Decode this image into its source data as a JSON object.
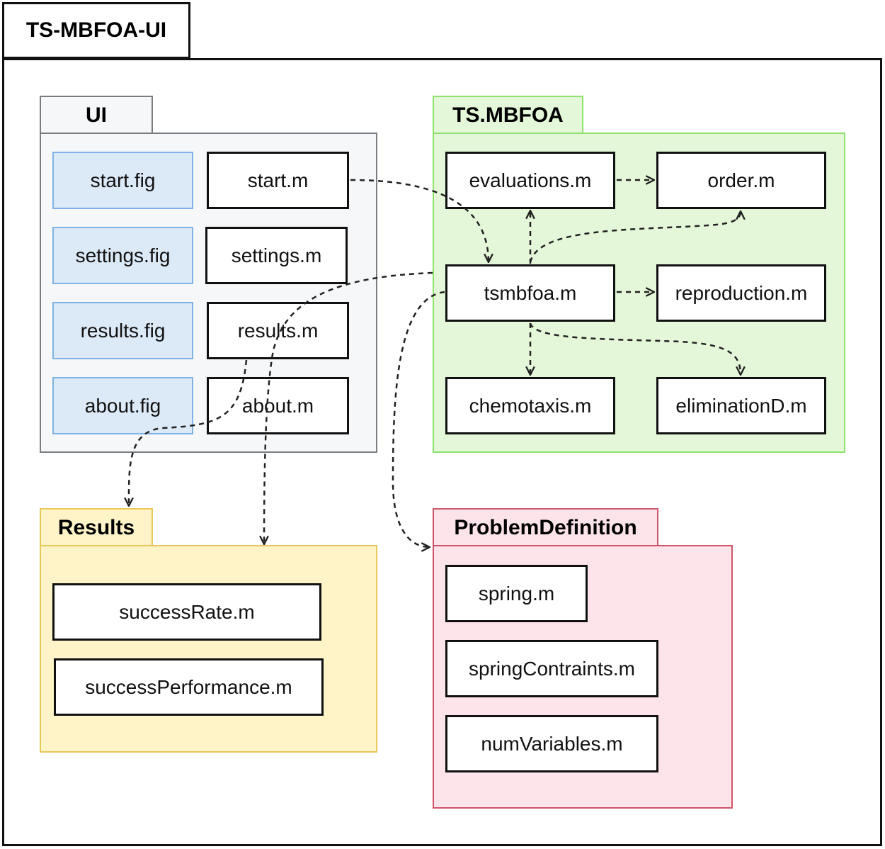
{
  "diagram": {
    "title": "TS-MBFOA-UI",
    "colors": {
      "ui_fill": "#f6f7f8",
      "ui_border": "#7a7e82",
      "fig_fill": "#dce9f7",
      "fig_border": "#7fb3e6",
      "tsmbfoa_fill": "#e4f7d8",
      "tsmbfoa_border": "#8ee36e",
      "results_fill": "#fff3c8",
      "results_border": "#e8c85a",
      "problem_fill": "#fde4ea",
      "problem_border": "#d0566a"
    },
    "packages": {
      "ui": {
        "label": "UI",
        "figs": [
          "start.fig",
          "settings.fig",
          "results.fig",
          "about.fig"
        ],
        "scripts": [
          "start.m",
          "settings.m",
          "results.m",
          "about.m"
        ]
      },
      "tsmbfoa": {
        "label": "TS.MBFOA",
        "nodes": {
          "evaluations": "evaluations.m",
          "order": "order.m",
          "tsmbfoa": "tsmbfoa.m",
          "reproduction": "reproduction.m",
          "chemotaxis": "chemotaxis.m",
          "elimination": "eliminationD.m"
        }
      },
      "results": {
        "label": "Results",
        "nodes": [
          "successRate.m",
          "successPerformance.m"
        ]
      },
      "problem": {
        "label": "ProblemDefinition",
        "nodes": [
          "spring.m",
          "springContraints.m",
          "numVariables.m"
        ]
      }
    },
    "edges": [
      {
        "from": "start.m",
        "to": "tsmbfoa.m"
      },
      {
        "from": "evaluations.m",
        "to": "order.m"
      },
      {
        "from": "tsmbfoa.m",
        "to": "evaluations.m"
      },
      {
        "from": "tsmbfoa.m",
        "to": "order.m"
      },
      {
        "from": "tsmbfoa.m",
        "to": "reproduction.m"
      },
      {
        "from": "tsmbfoa.m",
        "to": "chemotaxis.m"
      },
      {
        "from": "tsmbfoa.m",
        "to": "eliminationD.m"
      },
      {
        "from": "tsmbfoa.m",
        "to": "Results"
      },
      {
        "from": "tsmbfoa.m",
        "to": "ProblemDefinition"
      },
      {
        "from": "results.m",
        "to": "Results"
      }
    ]
  }
}
